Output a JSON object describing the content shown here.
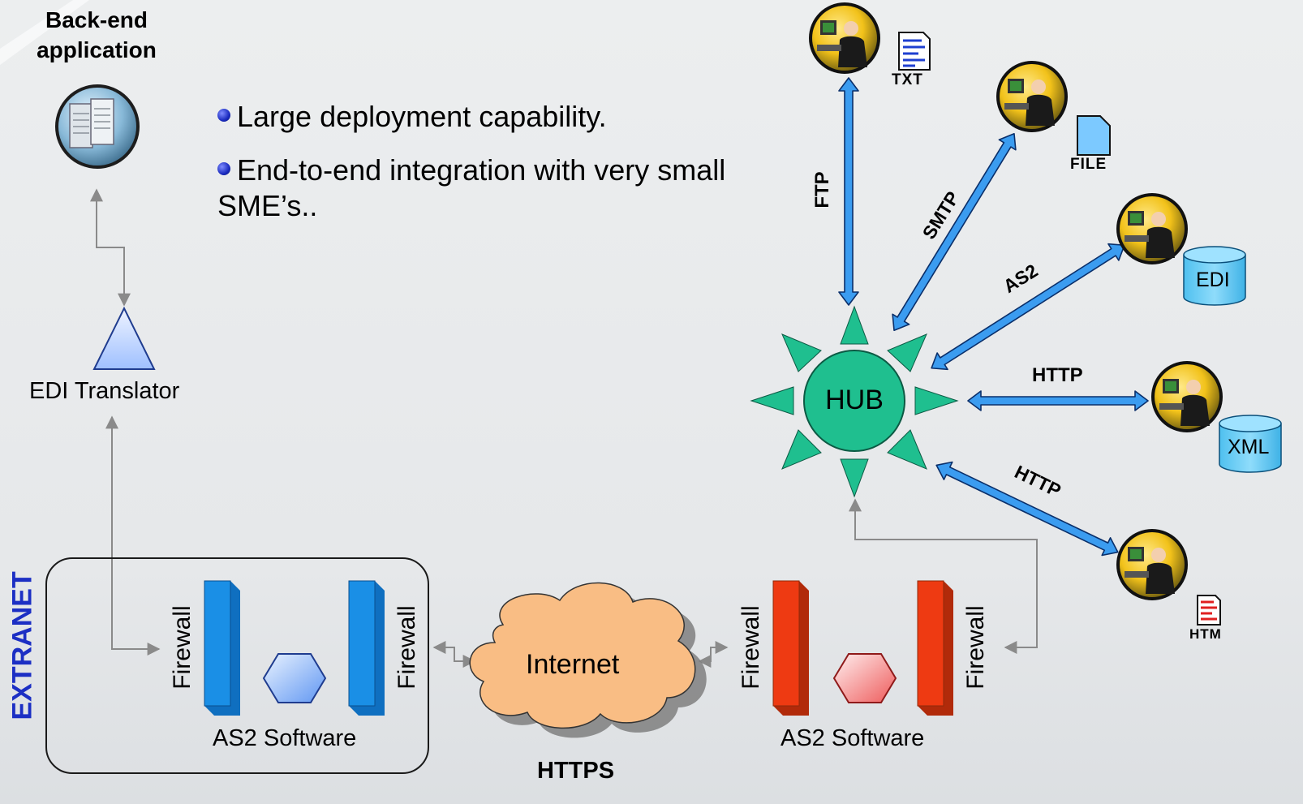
{
  "backend": {
    "title_line1": "Back-end",
    "title_line2": "application",
    "icon": "server-icon"
  },
  "bullets": [
    {
      "text": "Large deployment capability."
    },
    {
      "text_line1": "End-to-end integration with very small",
      "text_line2": "SME’s.."
    }
  ],
  "translator": {
    "label": "EDI Translator",
    "icon": "triangle-icon"
  },
  "extranet": {
    "label": "EXTRANET"
  },
  "left_site": {
    "firewall1": "Firewall",
    "firewall2": "Firewall",
    "software": "AS2 Software"
  },
  "internet": {
    "label": "Internet",
    "protocol": "HTTPS"
  },
  "right_site": {
    "firewall1": "Firewall",
    "firewall2": "Firewall",
    "software": "AS2 Software"
  },
  "hub": {
    "label": "HUB"
  },
  "spokes": [
    {
      "protocol": "FTP",
      "file": "TXT"
    },
    {
      "protocol": "SMTP",
      "file": "FILE"
    },
    {
      "protocol": "AS2",
      "file": "EDI"
    },
    {
      "protocol": "HTTP",
      "file": "XML"
    },
    {
      "protocol": "HTTP",
      "file": "HTM"
    }
  ],
  "colors": {
    "hub": "#1fbf8f",
    "arrow": "#3b9cf0",
    "left_firewall": "#1a8fe6",
    "right_firewall": "#ee3a12",
    "cloud": "#f9bd84",
    "extranet": "#1c2fc4"
  }
}
